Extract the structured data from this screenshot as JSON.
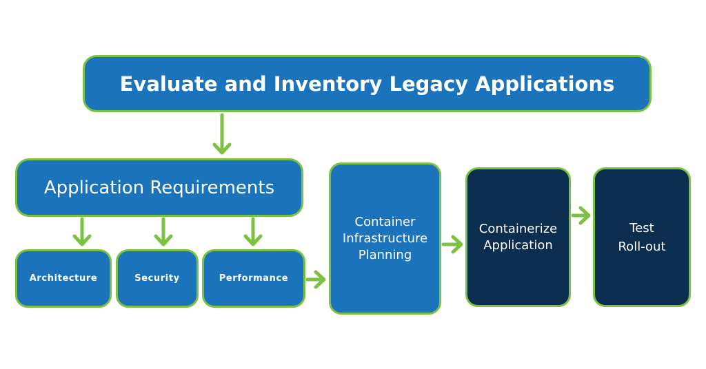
{
  "diagram": {
    "top_box": "Evaluate and Inventory Legacy Applications",
    "requirements_box": "Application Requirements",
    "sub_boxes": {
      "architecture": "Architecture",
      "security": "Security",
      "performance": "Performance"
    },
    "planning_box": "Container\nInfrastructure\nPlanning",
    "containerize_box": "Containerize\nApplication",
    "test_box": "Test\nRoll-out"
  },
  "colors": {
    "box_blue": "#1a73bb",
    "box_navy": "#0b2d4f",
    "border_and_arrow_green": "#7cc242"
  }
}
